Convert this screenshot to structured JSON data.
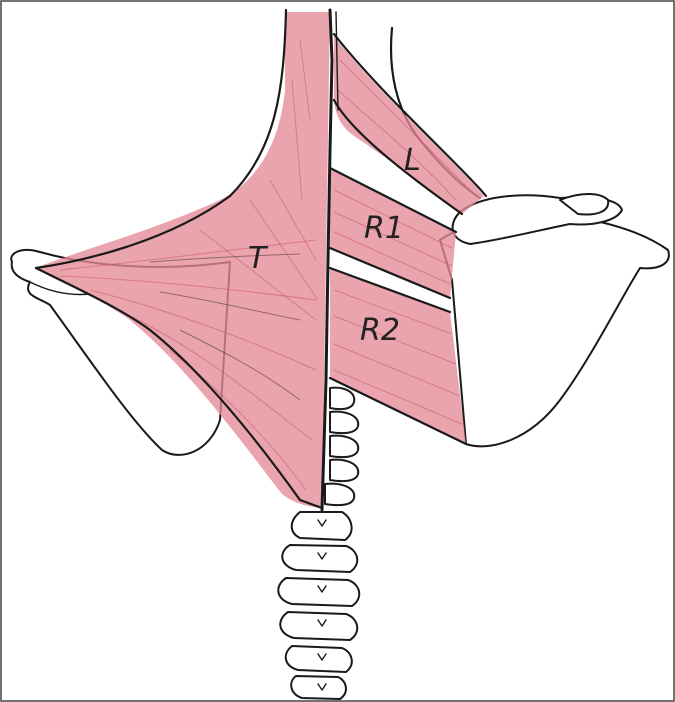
{
  "labels": {
    "trapezius": "T",
    "levator": "L",
    "rhomboid_minor": "R1",
    "rhomboid_major": "R2"
  },
  "colors": {
    "muscle": "#e48a97",
    "ink": "#1a1a1a",
    "background": "#ffffff"
  }
}
